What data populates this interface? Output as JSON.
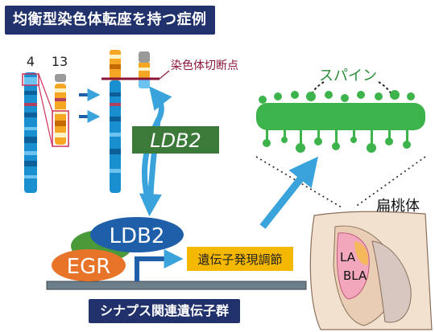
{
  "title": "均衡型染色体転座を持つ症例",
  "chromosomes": {
    "label_4": "4",
    "label_13": "13"
  },
  "breakpoint_label": "染色体切断点",
  "ldb2_arrow_label": "LDB2",
  "spine_label": "スパイン",
  "amygdala": {
    "title": "扁桃体",
    "la": "LA",
    "bla": "BLA"
  },
  "gene_regulation": {
    "ldb2": "LDB2",
    "egr": "EGR",
    "expression_box": "遺伝子発現調節"
  },
  "bottom_label": "シナプス関連遺伝子群",
  "colors": {
    "banner": "#20316b",
    "chromosome_blue": "#1a8fd0",
    "chromosome_yellow": "#f5a623",
    "breakpoint": "#8b1538",
    "spine_green": "#3cb44b",
    "arrow_blue": "#3aa3dc",
    "egr_orange": "#e8742a",
    "ldb2_blue": "#1f5ea8",
    "expression_box": "#f5b800"
  }
}
